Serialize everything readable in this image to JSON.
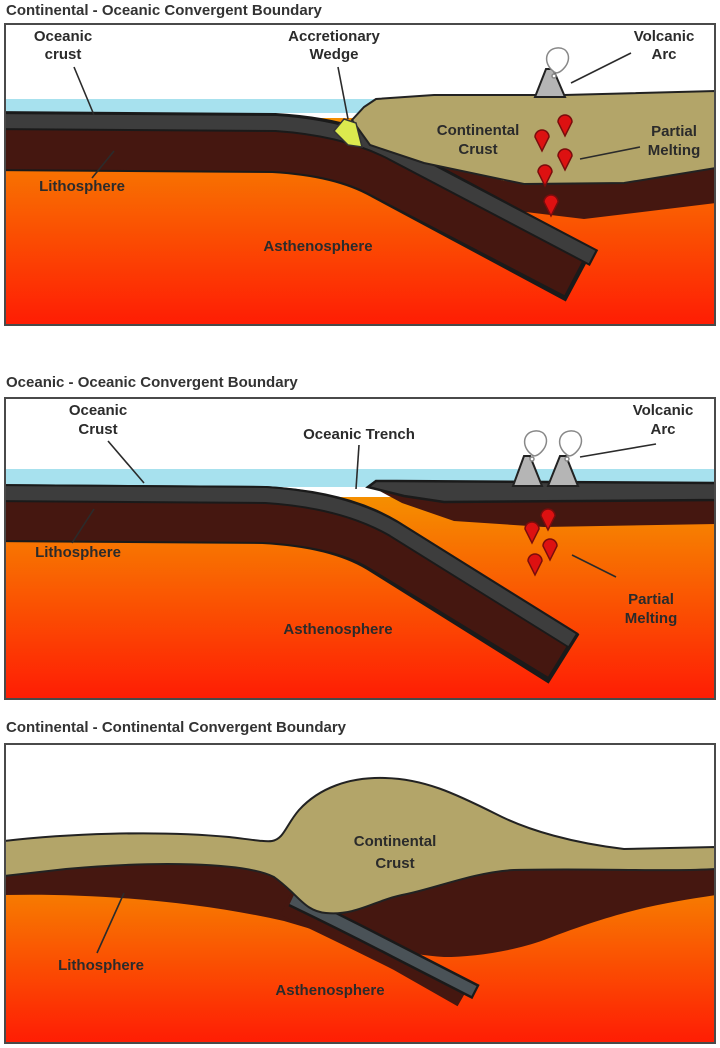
{
  "page": {
    "background": "#ffffff"
  },
  "colors": {
    "water": "#A7E1EE",
    "oceanic_crust": "#3d3d3d",
    "lithosphere": "#451710",
    "asthenosphere_top": "#F58F00",
    "asthenosphere_bottom": "#FF1C04",
    "continental_crust": "#B3A569",
    "accretionary_wedge": "#DCE94E",
    "volcano": "#b5b5b5",
    "magma": "#DD1111",
    "slab_gray": "#4a5257",
    "outline": "#1a1a1a"
  },
  "panels": [
    {
      "title": "Continental - Oceanic Convergent Boundary",
      "labels": {
        "oceanic_crust": [
          "Oceanic",
          "crust"
        ],
        "accretionary_wedge": [
          "Accretionary",
          "Wedge"
        ],
        "volcanic_arc": [
          "Volcanic",
          "Arc"
        ],
        "continental_crust": [
          "Continental",
          "Crust"
        ],
        "partial_melting": [
          "Partial",
          "Melting"
        ],
        "lithosphere": "Lithosphere",
        "asthenosphere": "Asthenosphere"
      }
    },
    {
      "title": "Oceanic - Oceanic Convergent Boundary",
      "labels": {
        "oceanic_crust": [
          "Oceanic",
          "Crust"
        ],
        "oceanic_trench": "Oceanic Trench",
        "volcanic_arc": [
          "Volcanic",
          "Arc"
        ],
        "lithosphere": "Lithosphere",
        "asthenosphere": "Asthenosphere",
        "partial_melting": [
          "Partial",
          "Melting"
        ]
      }
    },
    {
      "title": "Continental - Continental Convergent Boundary",
      "labels": {
        "continental_crust": [
          "Continental",
          "Crust"
        ],
        "lithosphere": "Lithosphere",
        "asthenosphere": "Asthenosphere"
      }
    }
  ]
}
